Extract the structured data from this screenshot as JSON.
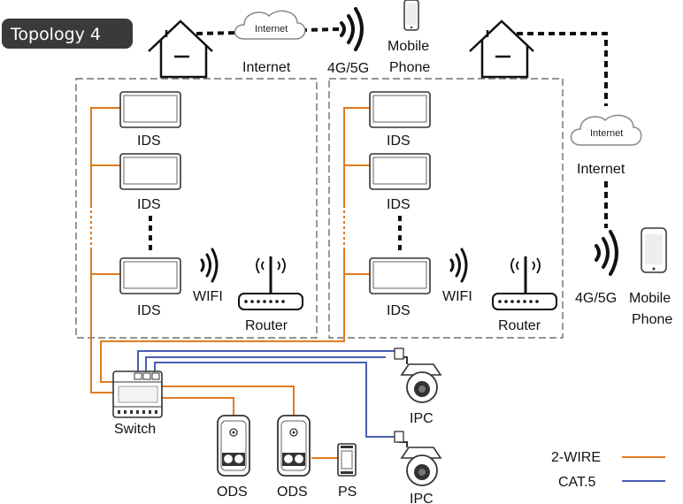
{
  "title": "Topology 4",
  "colors": {
    "two_wire": "#e07b1f",
    "cat5": "#4b5fb0",
    "dashed_link": "#111111",
    "badge_bg": "#3a3a3a"
  },
  "top": {
    "cloud_text": "Internet",
    "internet_label": "Internet",
    "signal_label": "4G/5G",
    "mobile_label_line1": "Mobile",
    "mobile_label_line2": "Phone"
  },
  "right": {
    "cloud_text": "Internet",
    "internet_label": "Internet",
    "signal_label": "4G/5G",
    "mobile_label_line1": "Mobile",
    "mobile_label_line2": "Phone"
  },
  "home_left": {
    "ids_labels": [
      "IDS",
      "IDS",
      "IDS"
    ],
    "wifi_label": "WIFI",
    "router_label": "Router"
  },
  "home_right": {
    "ids_labels": [
      "IDS",
      "IDS",
      "IDS"
    ],
    "wifi_label": "WIFI",
    "router_label": "Router"
  },
  "bottom": {
    "switch_label": "Switch",
    "ods_labels": [
      "ODS",
      "ODS"
    ],
    "ps_label": "PS",
    "ipc_labels": [
      "IPC",
      "IPC"
    ]
  },
  "legend": {
    "items": [
      {
        "label": "2-WIRE",
        "color": "#e07b1f"
      },
      {
        "label": "CAT.5",
        "color": "#4b5fb0"
      }
    ]
  }
}
